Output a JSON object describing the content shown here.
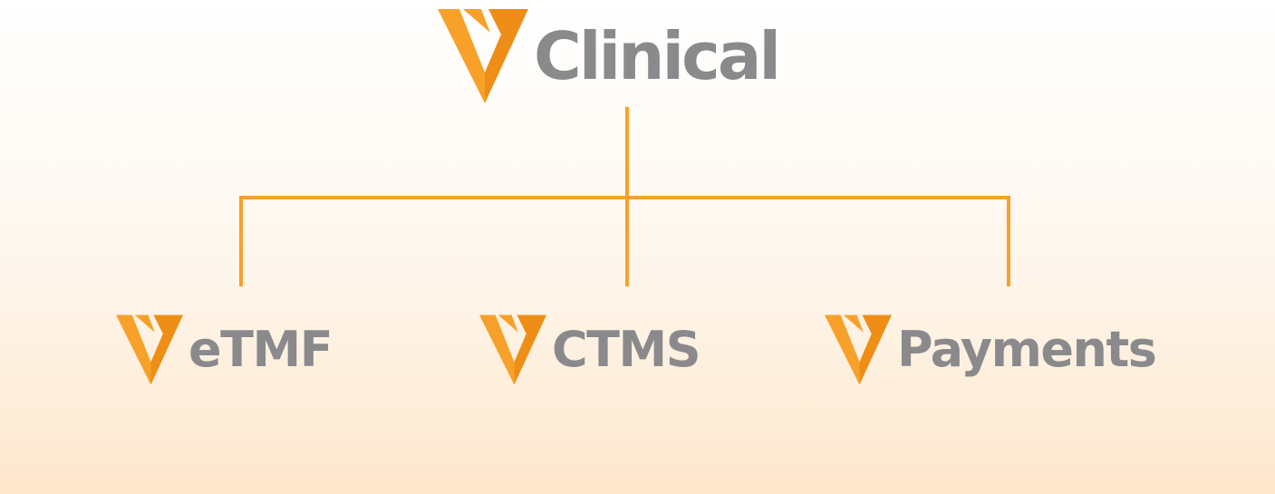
{
  "brand": {
    "accent_color": "#f7a12a",
    "accent_dark_color": "#ee8e17",
    "text_color": "#8a8a8d",
    "logo_icon": "veeva-v-logo-icon"
  },
  "root": {
    "label": "Clinical"
  },
  "children": [
    {
      "label": "eTMF"
    },
    {
      "label": "CTMS"
    },
    {
      "label": "Payments"
    }
  ]
}
